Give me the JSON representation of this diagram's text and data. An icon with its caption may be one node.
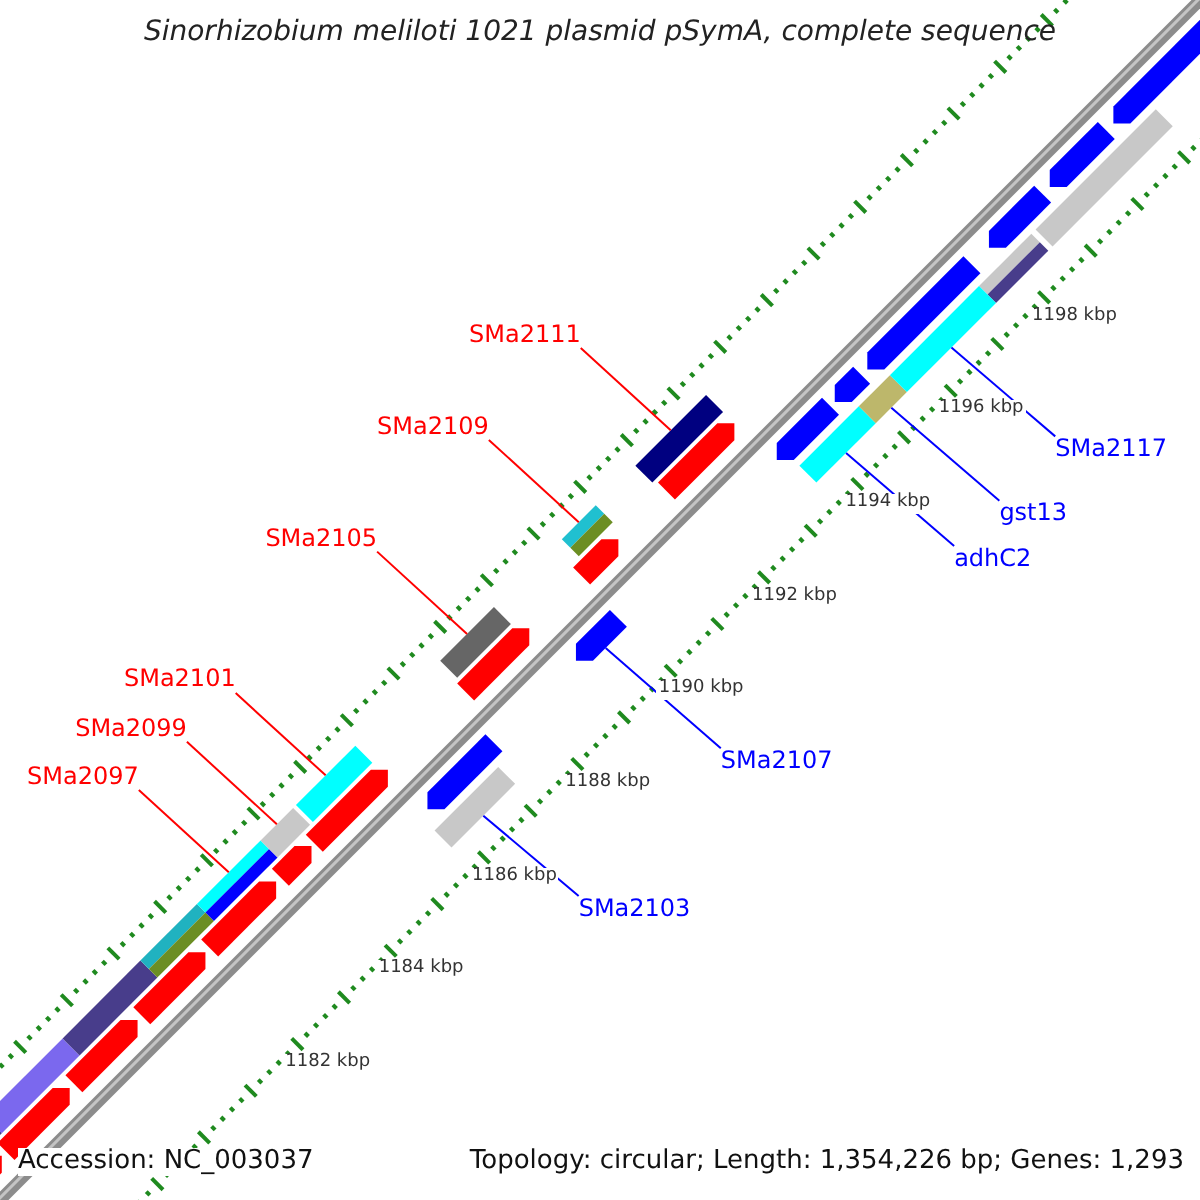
{
  "diagram": {
    "title": "Sinorhizobium meliloti 1021 plasmid pSymA, complete sequence",
    "nodes": [
      {
        "text": [
          "SMa2111"
        ]
      },
      {
        "text": [
          "SMa2109"
        ]
      },
      {
        "text": [
          "SMa2105"
        ]
      },
      {
        "text": [
          "SMa2117"
        ]
      },
      {
        "text": [
          "gst13"
        ]
      },
      {
        "text": [
          "adhC2"
        ]
      },
      {
        "text": [
          "SMa2101"
        ]
      },
      {
        "text": [
          "SMa2107"
        ]
      },
      {
        "text": [
          "SMa2099"
        ]
      },
      {
        "text": [
          "SMa2097"
        ]
      },
      {
        "text": [
          "SMa2103"
        ]
      },
      {
        "text": [],
        "shape": "box"
      },
      {
        "text": [],
        "shape": "box"
      },
      {
        "text": [],
        "shape": "box"
      },
      {
        "text": [],
        "shape": "box"
      },
      {
        "text": [],
        "shape": "box"
      },
      {
        "text": [],
        "shape": "box"
      },
      {
        "text": [],
        "shape": "arrow"
      },
      {
        "text": [],
        "shape": "box"
      },
      {
        "text": [],
        "shape": "box"
      },
      {
        "text": [],
        "shape": "box"
      },
      {
        "text": [],
        "shape": "box"
      }
    ],
    "edges": [
      {
        "from": 0,
        "to": 18,
        "arrow": "none"
      },
      {
        "from": 1,
        "to": 16,
        "arrow": "none"
      },
      {
        "from": 2,
        "to": 14,
        "arrow": "none"
      },
      {
        "from": 3,
        "to": 21,
        "arrow": "none",
        "color": "#0000ff"
      },
      {
        "from": 4,
        "to": 20,
        "arrow": "none",
        "color": "#0000ff"
      },
      {
        "from": 5,
        "to": 19,
        "arrow": "none",
        "color": "#0000ff"
      },
      {
        "from": 6,
        "to": 13,
        "arrow": "none"
      },
      {
        "from": 7,
        "to": 17,
        "arrow": "none",
        "color": "#0000ff"
      },
      {
        "from": 8,
        "to": 12,
        "arrow": "none"
      },
      {
        "from": 9,
        "to": 11,
        "arrow": "none"
      },
      {
        "from": 10,
        "to": 15,
        "arrow": "none",
        "color": "#0000ff"
      }
    ],
    "labels": [
      "1198 kbp",
      "1196 kbp",
      "1194 kbp",
      "1192 kbp",
      "1190 kbp",
      "1188 kbp",
      "1186 kbp",
      "1184 kbp",
      "1182 kbp",
      "Accession: NC_003037",
      "Topology: circular; Length: 1,354,226 bp; Genes: 1,293"
    ]
  }
}
